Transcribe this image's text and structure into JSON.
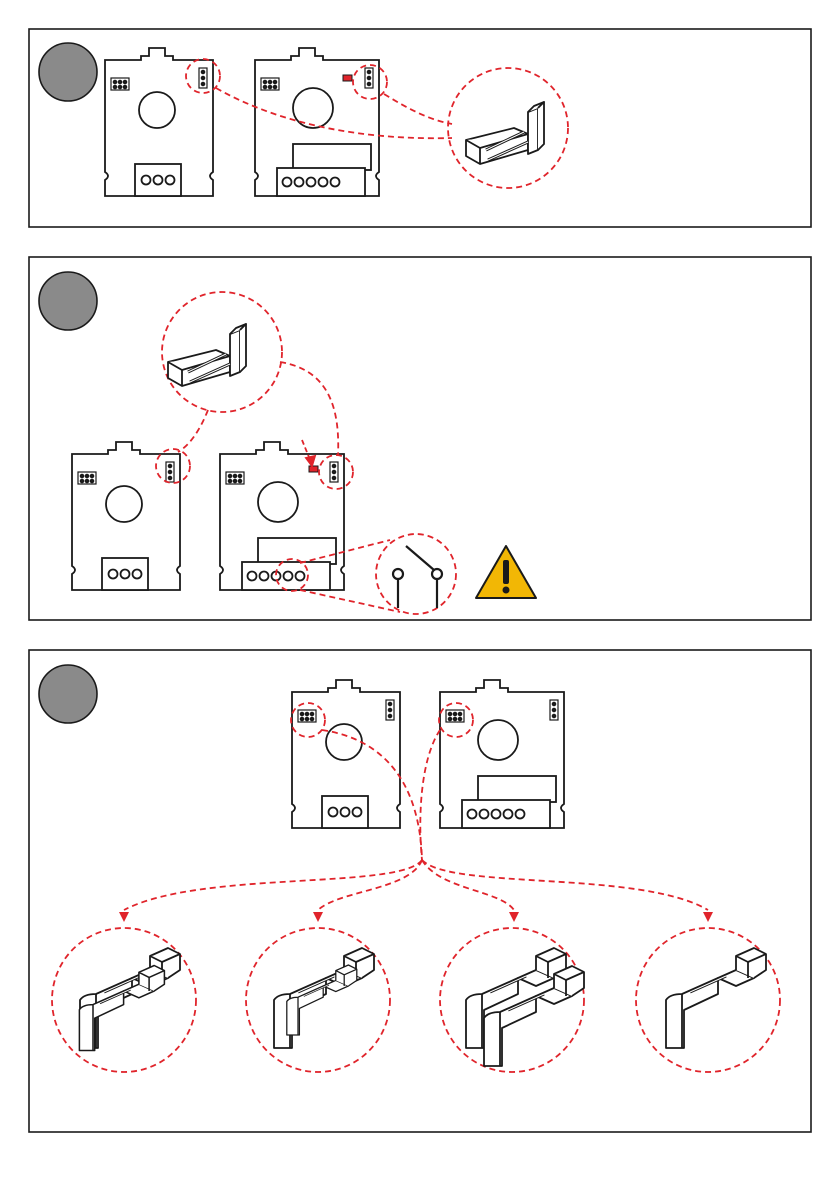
{
  "colors": {
    "accent_red": "#e0242b",
    "step_circle": "#8a8a8a",
    "line": "#1a1a1a",
    "warning_yellow": "#f2b705"
  },
  "panels": [
    {
      "id": "step-1",
      "boards": [
        "board-3-terminal",
        "board-5-terminal"
      ],
      "detail": "jumper-clip-detail"
    },
    {
      "id": "step-2",
      "boards": [
        "board-3-terminal",
        "board-5-terminal"
      ],
      "detail": "jumper-clip-detail",
      "symbols": [
        "switch-contact-icon",
        "warning-triangle-icon"
      ]
    },
    {
      "id": "step-3",
      "boards": [
        "board-3-terminal",
        "board-5-terminal"
      ],
      "details": [
        "jumper-config-1",
        "jumper-config-2",
        "jumper-config-3",
        "jumper-config-4"
      ]
    }
  ]
}
